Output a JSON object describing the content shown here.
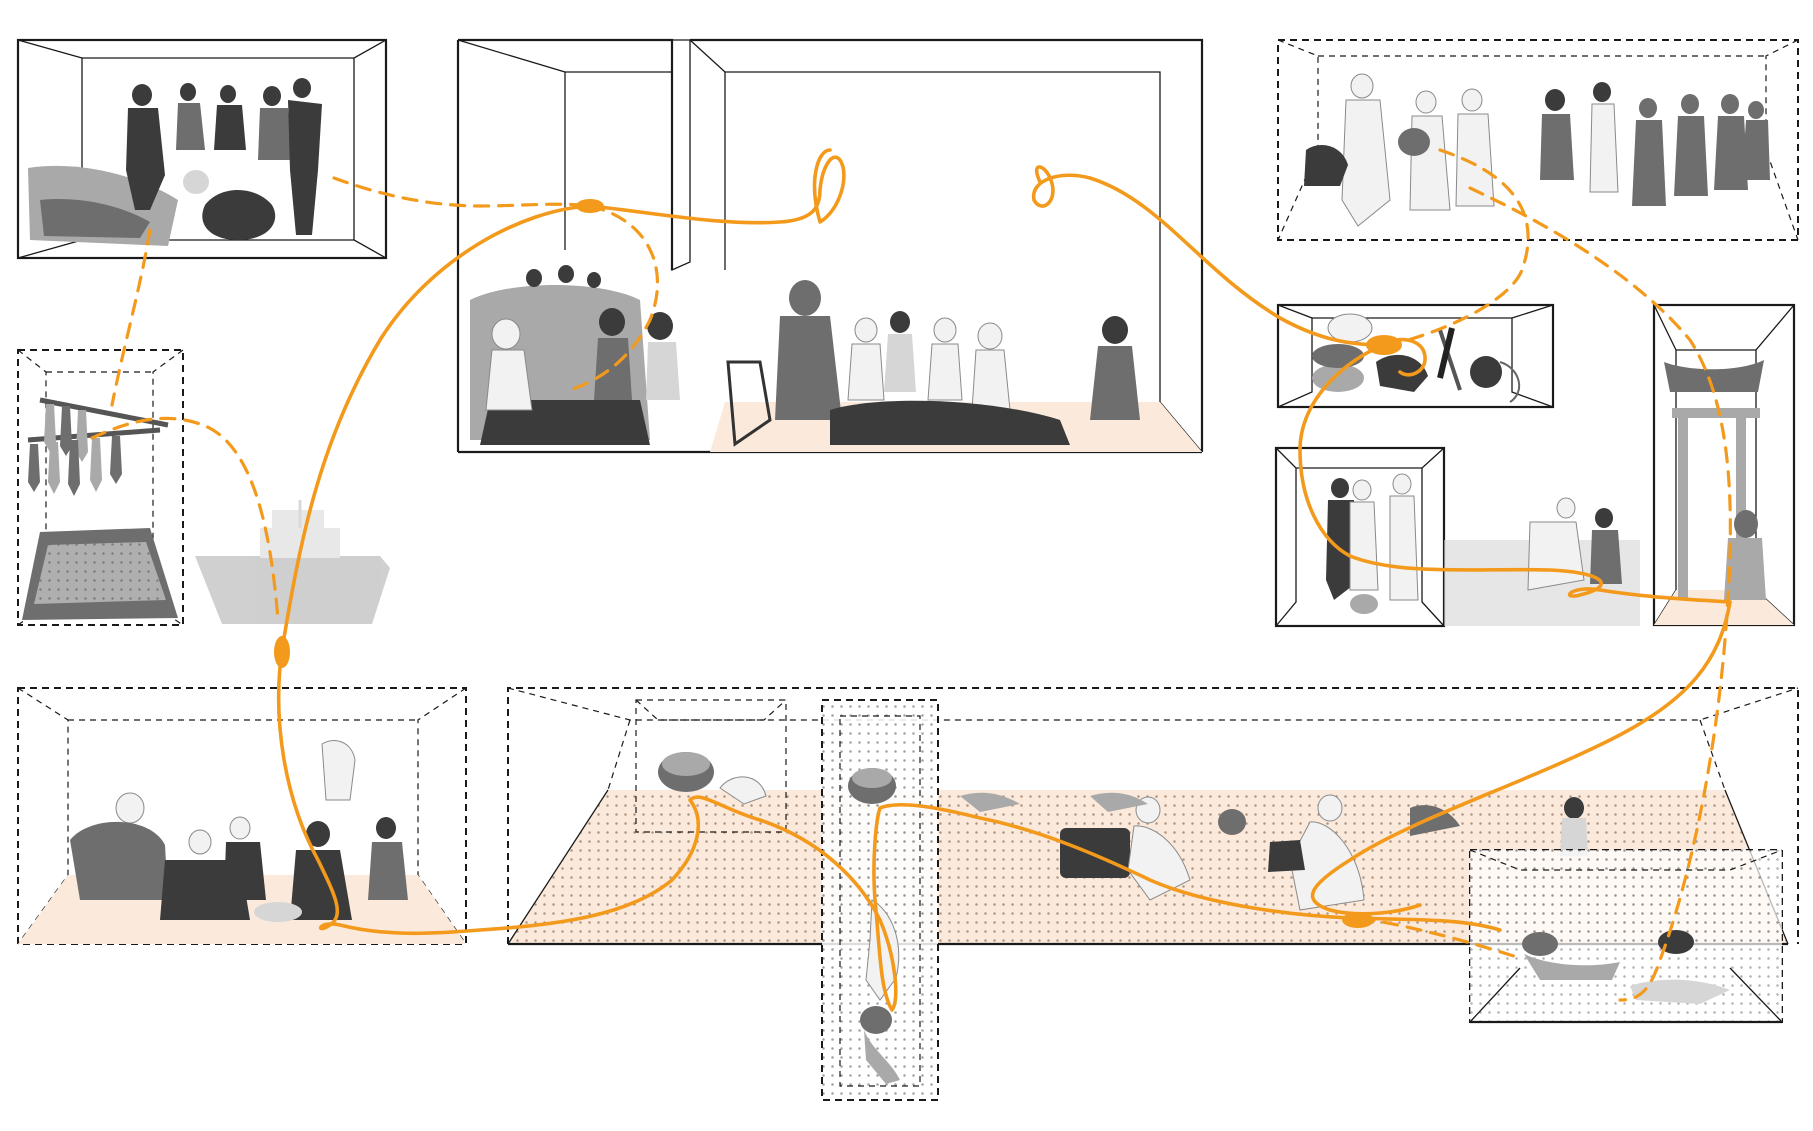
{
  "diagram": {
    "colors": {
      "path": "#f39a1c",
      "outline": "#1a1a1a",
      "floor": "#fbeadb",
      "dot": "#9a7f6c"
    },
    "scenes": [
      {
        "name": "fishers-hauling-net",
        "outline": "solid"
      },
      {
        "name": "drying-fish-rack",
        "outline": "dashed"
      },
      {
        "name": "moored-fishing-boat",
        "outline": "none"
      },
      {
        "name": "market-hall-gathering",
        "outline": "solid"
      },
      {
        "name": "women-sorting-catch",
        "outline": "dashed"
      },
      {
        "name": "crowd-procession",
        "outline": "dashed"
      },
      {
        "name": "diving-tools",
        "outline": "solid"
      },
      {
        "name": "divers-on-pier",
        "outline": "solid"
      },
      {
        "name": "shrine-gate",
        "outline": "solid"
      },
      {
        "name": "shore-platform",
        "outline": "dashed"
      },
      {
        "name": "underwater-diver",
        "outline": "dashed"
      }
    ]
  }
}
